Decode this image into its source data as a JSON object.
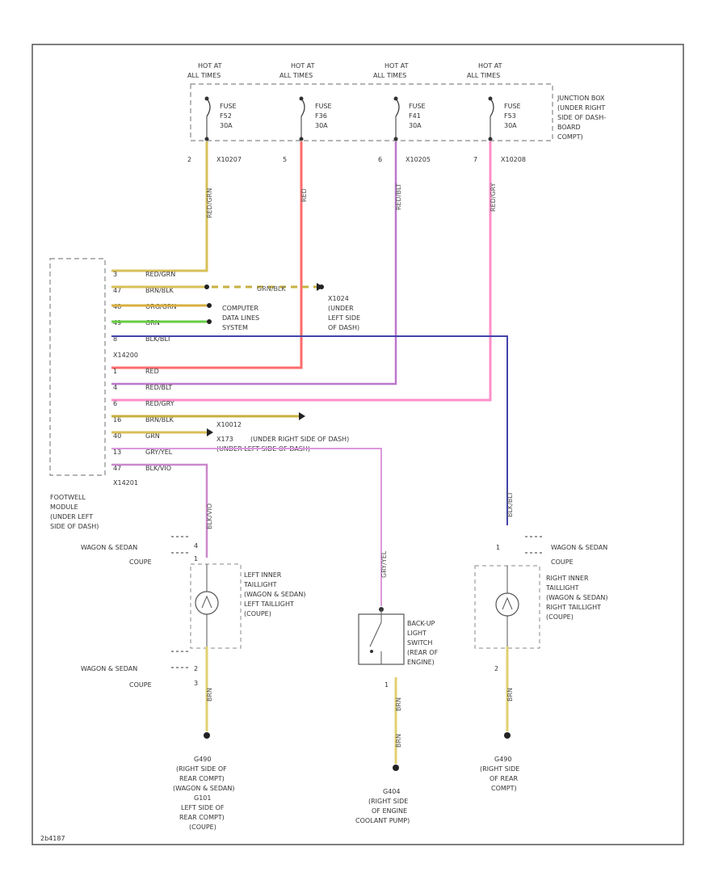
{
  "colors": {
    "border": "#555555",
    "wire_red": "#ff6b6b",
    "wire_pink": "#ff8fc8",
    "wire_tan": "#d8c05a",
    "wire_green": "#66cc44",
    "wire_blue": "#4444aa",
    "wire_violet": "#cc88cc",
    "wire_gray": "#999999"
  },
  "fuses": [
    {
      "hot": "HOT AT",
      "hot2": "ALL TIMES",
      "name": "FUSE",
      "id": "F52",
      "amps": "30A",
      "pin": "2",
      "conn": "X10207"
    },
    {
      "hot": "HOT AT",
      "hot2": "ALL TIMES",
      "name": "FUSE",
      "id": "F36",
      "amps": "30A",
      "pin": "5",
      "conn": ""
    },
    {
      "hot": "HOT AT",
      "hot2": "ALL TIMES",
      "name": "FUSE",
      "id": "F41",
      "amps": "30A",
      "pin": "6",
      "conn": "X10205"
    },
    {
      "hot": "HOT AT",
      "hot2": "ALL TIMES",
      "name": "FUSE",
      "id": "F53",
      "amps": "30A",
      "pin": "7",
      "conn": "X10208"
    }
  ],
  "junction_box": [
    "JUNCTION BOX",
    "(UNDER RIGHT",
    "SIDE OF DASH-",
    "BOARD",
    "COMPT)"
  ],
  "footwell": {
    "title": [
      "FOOTWELL",
      "MODULE",
      "(UNDER LEFT",
      "SIDE OF DASH)"
    ],
    "conn_top": "X14200",
    "conn_bottom": "X14201",
    "pins": [
      {
        "pin": "3",
        "wire": "RED/GRN"
      },
      {
        "pin": "47",
        "wire": "BRN/BLK"
      },
      {
        "pin": "48",
        "wire": "ORG/GRN"
      },
      {
        "pin": "49",
        "wire": "GRN"
      },
      {
        "pin": "8",
        "wire": "BLK/BLT"
      },
      {
        "pin": "1",
        "wire": "RED"
      },
      {
        "pin": "4",
        "wire": "RED/BLT"
      },
      {
        "pin": "6",
        "wire": "RED/GRY"
      },
      {
        "pin": "16",
        "wire": "BRN/BLK"
      },
      {
        "pin": "40",
        "wire": "GRN"
      },
      {
        "pin": "13",
        "wire": "GRY/YEL"
      },
      {
        "pin": "47",
        "wire": "BLK/VIO"
      }
    ]
  },
  "connectors": {
    "x1024": "X1024",
    "x1024_loc": [
      "(UNDER",
      "LEFT SIDE",
      "OF DASH)"
    ],
    "x1024_wire": "GRN/BLK",
    "computer": [
      "COMPUTER",
      "DATA LINES",
      "SYSTEM"
    ],
    "x10012": "X10012",
    "x10012_loc": "(UNDER RIGHT SIDE OF DASH)",
    "x173": "X173",
    "x173_loc": "(UNDER LEFT SIDE OF DASH)"
  },
  "options": {
    "wagon": "WAGON & SEDAN",
    "coupe": "COUPE"
  },
  "left_lamp": [
    "LEFT INNER",
    "TAILLIGHT",
    "(WAGON & SEDAN)",
    "LEFT TAILLIGHT",
    "(COUPE)"
  ],
  "right_lamp": [
    "RIGHT INNER",
    "TAILLIGHT",
    "(WAGON & SEDAN)",
    "RIGHT TAILLIGHT",
    "(COUPE)"
  ],
  "switch": [
    "BACK-UP",
    "LIGHT",
    "SWITCH",
    "(REAR OF",
    "ENGINE)"
  ],
  "pins_misc": {
    "left_w": "4",
    "left_c": "1",
    "left_bw": "2",
    "left_bc": "3",
    "right_t": "1",
    "right_b": "2",
    "switch_b": "1"
  },
  "wire_labels": {
    "w1": "RED/GRN",
    "w2": "RED",
    "w3": "RED/BLT",
    "w4": "RED/GRY",
    "left": "BLK/VIO",
    "right": "BLK/BLT",
    "sw": "GRY/YEL",
    "lgnd": "BRN",
    "rgnd": "BRN",
    "swgnd": "BRN",
    "swgnd2": "BRN"
  },
  "grounds": {
    "left": [
      "G490",
      "(RIGHT SIDE OF",
      "REAR COMPT)",
      "(WAGON & SEDAN)",
      "G101",
      "LEFT SIDE OF",
      "REAR COMPT)",
      "(COUPE)"
    ],
    "mid": [
      "G404",
      "(RIGHT SIDE",
      "OF ENGINE",
      "COOLANT PUMP)"
    ],
    "right": [
      "G490",
      "(RIGHT SIDE",
      "OF REAR",
      "COMPT)"
    ]
  },
  "footer_id": "2b4187"
}
